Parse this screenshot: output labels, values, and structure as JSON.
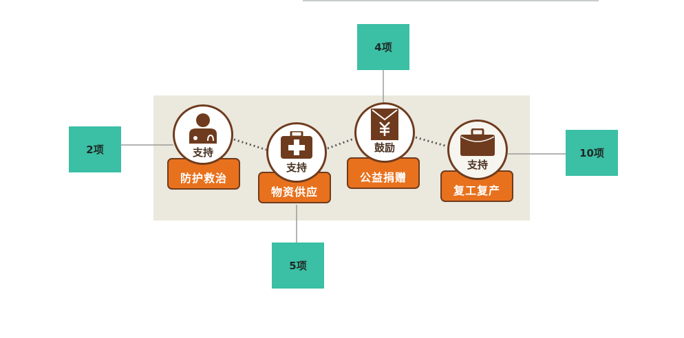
{
  "counts": {
    "left": "2项",
    "top": "4项",
    "bottom": "5项",
    "right": "10项"
  },
  "items": [
    {
      "icon": "doctor-icon",
      "top": "支持",
      "label": "防护救治"
    },
    {
      "icon": "medical-kit-icon",
      "top": "支持",
      "label": "物资供应"
    },
    {
      "icon": "red-envelope-yuan-icon",
      "top": "鼓励",
      "label": "公益捐赠"
    },
    {
      "icon": "briefcase-icon",
      "top": "支持",
      "label": "复工复产"
    }
  ],
  "colors": {
    "teal": "#3bbfa5",
    "orange": "#e8711d",
    "brown": "#6e3b1e",
    "panel": "#ebe8dd"
  }
}
